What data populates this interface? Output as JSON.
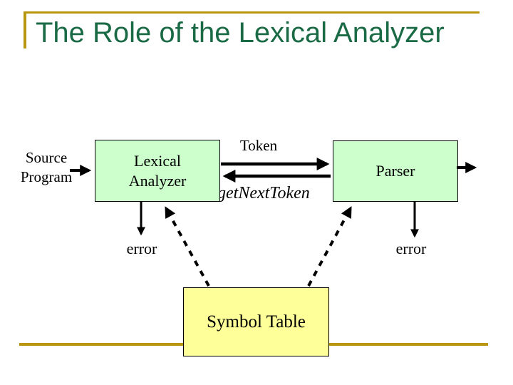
{
  "slide": {
    "title": "The Role of the Lexical Analyzer",
    "colors": {
      "accent_gold": "#B8960F",
      "title_green": "#1A6B45",
      "box_green": "#CCFFCC",
      "box_yellow": "#FFFF99",
      "arrow_black": "#000000"
    }
  },
  "diagram": {
    "source_program_label": "Source Program",
    "lexical_analyzer_label": "Lexical Analyzer",
    "parser_label": "Parser",
    "token_label": "Token",
    "get_next_token_label": "getNextToken",
    "error_left_label": "error",
    "error_right_label": "error",
    "symbol_table_label": "Symbol Table"
  }
}
